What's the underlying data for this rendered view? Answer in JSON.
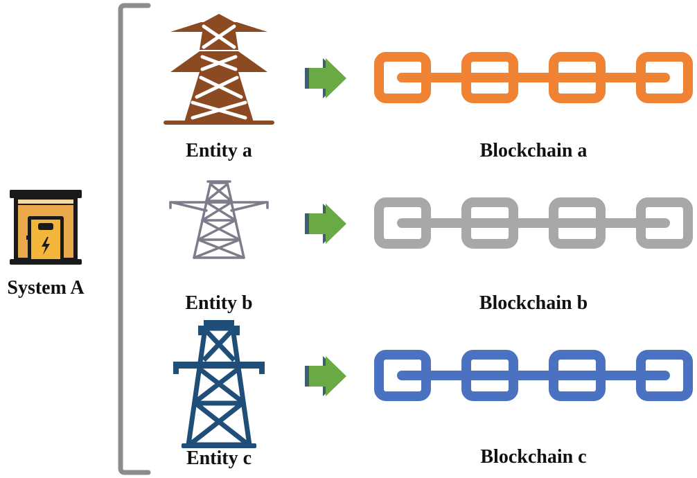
{
  "system": {
    "label": "System A",
    "icon": "power-substation-icon"
  },
  "entities": [
    {
      "label": "Entity a",
      "icon": "transmission-tower-icon",
      "color": "#8b4a22",
      "blockchain": {
        "label": "Blockchain a",
        "color": "#ef8233",
        "links": 4
      }
    },
    {
      "label": "Entity b",
      "icon": "transmission-tower-outline-icon",
      "color": "#7c7c8a",
      "blockchain": {
        "label": "Blockchain b",
        "color": "#a8a8a8",
        "links": 4
      }
    },
    {
      "label": "Entity c",
      "icon": "transmission-tower-lattice-icon",
      "color": "#1f4e79",
      "blockchain": {
        "label": "Blockchain c",
        "color": "#4a72c0",
        "links": 4
      }
    }
  ],
  "arrow_color": "#6aaa45",
  "bracket_color": "#8c8c8c"
}
